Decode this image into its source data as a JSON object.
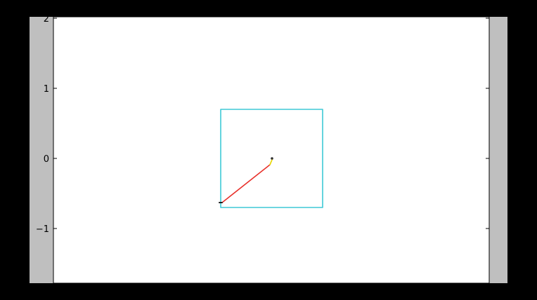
{
  "chart_data": {
    "type": "line",
    "title": "",
    "xlabel": "",
    "ylabel": "",
    "xlim": [
      -3.1,
      3.1
    ],
    "ylim": [
      -1.78,
      2.02
    ],
    "grid": false,
    "yticks": [
      {
        "value": 2,
        "label": "2"
      },
      {
        "value": 1,
        "label": "1"
      },
      {
        "value": 0,
        "label": "0"
      },
      {
        "value": -1,
        "label": "−1"
      }
    ],
    "series": [
      {
        "role": "square-path",
        "color": "#3ec9d6",
        "points": [
          [
            -0.72,
            0.7
          ],
          [
            0.73,
            0.7
          ],
          [
            0.73,
            -0.7
          ],
          [
            -0.72,
            -0.7
          ],
          [
            -0.72,
            0.7
          ]
        ]
      },
      {
        "role": "red-segment",
        "color": "#e8302a",
        "points": [
          [
            -0.7,
            -0.63
          ],
          [
            -0.02,
            -0.09
          ]
        ]
      },
      {
        "role": "yellow-segment",
        "color": "#e6d600",
        "points": [
          [
            -0.02,
            -0.09
          ],
          [
            0.01,
            -0.02
          ]
        ]
      },
      {
        "role": "dark-end-mark",
        "color": "#202020",
        "points": [
          [
            -0.74,
            -0.63
          ],
          [
            -0.7,
            -0.63
          ]
        ]
      }
    ],
    "markers": [
      {
        "x": 0.01,
        "y": 0.0,
        "color": "#303030"
      }
    ]
  }
}
